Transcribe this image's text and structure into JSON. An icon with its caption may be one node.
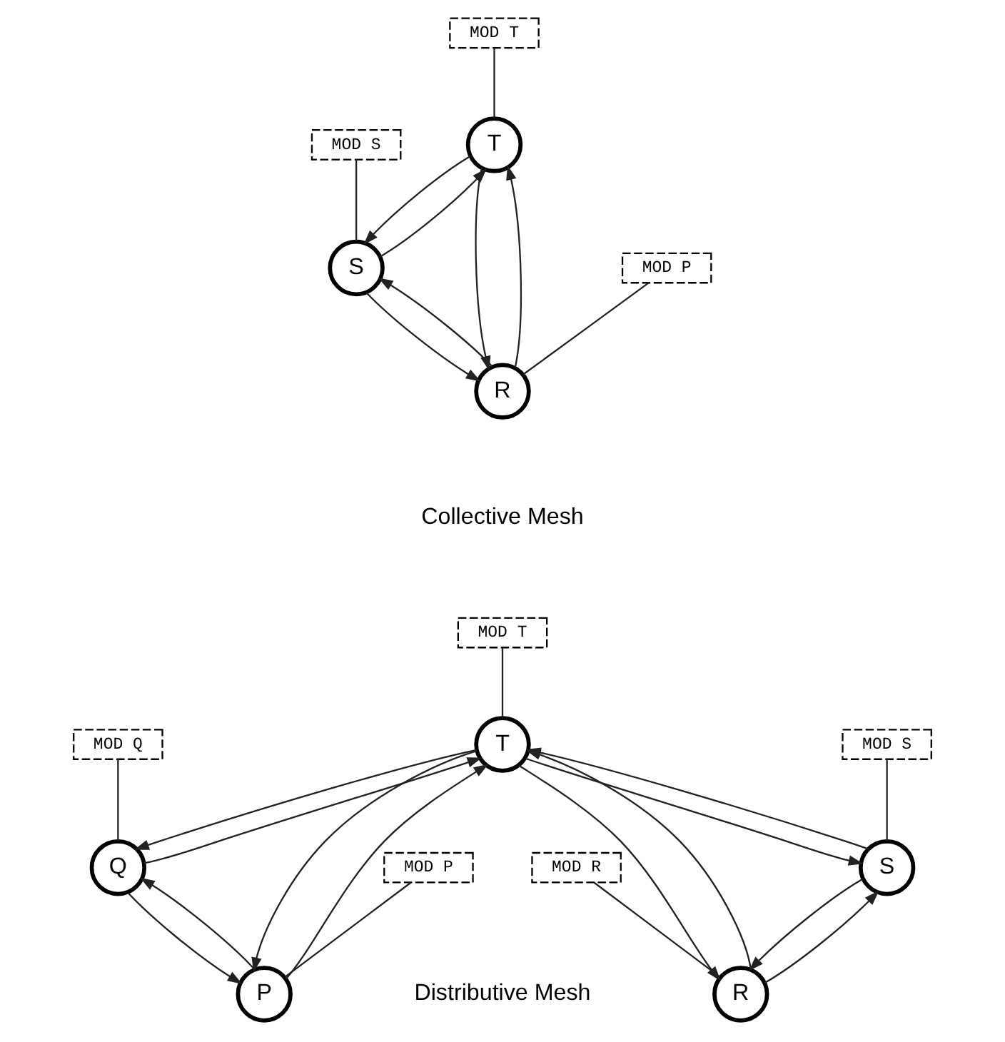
{
  "diagram": {
    "nodes": [
      {
        "text": [
          "MOD T"
        ]
      },
      {
        "text": [
          "T"
        ]
      },
      {
        "text": [
          "S"
        ]
      },
      {
        "text": [
          "MOD P"
        ]
      },
      {
        "text": [
          "MOD S"
        ]
      },
      {
        "text": [
          "R"
        ]
      },
      {
        "text": [
          "MOD T"
        ]
      },
      {
        "text": [
          "T"
        ]
      },
      {
        "text": [
          "Q"
        ]
      },
      {
        "text": [
          "S"
        ]
      },
      {
        "text": [
          "MOD S"
        ]
      },
      {
        "text": [
          "MOD Q"
        ]
      },
      {
        "text": [
          "R"
        ]
      },
      {
        "text": [
          "P"
        ]
      },
      {
        "text": [
          "MOD R"
        ]
      },
      {
        "text": [
          "MOD P"
        ]
      }
    ],
    "edges": [
      {
        "from": 0,
        "to": 1,
        "arrow": "none"
      },
      {
        "from": 1,
        "to": 2,
        "arrow": "to"
      },
      {
        "from": 2,
        "to": 1,
        "arrow": "to"
      },
      {
        "from": 1,
        "to": 5,
        "arrow": "to"
      },
      {
        "from": 5,
        "to": 1,
        "arrow": "to"
      },
      {
        "from": 2,
        "to": 5,
        "arrow": "to"
      },
      {
        "from": 5,
        "to": 2,
        "arrow": "to"
      },
      {
        "from": 4,
        "to": 2,
        "arrow": "none"
      },
      {
        "from": 3,
        "to": 5,
        "arrow": "none"
      },
      {
        "from": 6,
        "to": 7,
        "arrow": "none"
      },
      {
        "from": 7,
        "to": 8,
        "arrow": "to"
      },
      {
        "from": 8,
        "to": 7,
        "arrow": "to"
      },
      {
        "from": 7,
        "to": 13,
        "arrow": "to"
      },
      {
        "from": 13,
        "to": 7,
        "arrow": "to"
      },
      {
        "from": 8,
        "to": 13,
        "arrow": "to"
      },
      {
        "from": 13,
        "to": 8,
        "arrow": "to"
      },
      {
        "from": 7,
        "to": 12,
        "arrow": "to"
      },
      {
        "from": 12,
        "to": 7,
        "arrow": "to"
      },
      {
        "from": 7,
        "to": 9,
        "arrow": "to"
      },
      {
        "from": 9,
        "to": 7,
        "arrow": "to"
      },
      {
        "from": 9,
        "to": 12,
        "arrow": "to"
      },
      {
        "from": 12,
        "to": 9,
        "arrow": "to"
      },
      {
        "from": 11,
        "to": 8,
        "arrow": "none"
      },
      {
        "from": 10,
        "to": 9,
        "arrow": "none"
      },
      {
        "from": 14,
        "to": 12,
        "arrow": "none"
      },
      {
        "from": 15,
        "to": 13,
        "arrow": "none"
      }
    ],
    "labels": [
      "Collective Mesh",
      "Distributive Mesh"
    ]
  }
}
